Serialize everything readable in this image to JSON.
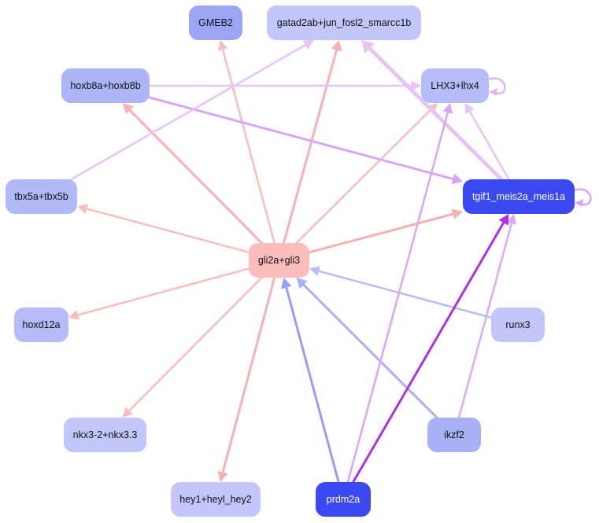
{
  "nodes": {
    "gmeb2": {
      "label": "GMEB2",
      "color": "#9ba5f5"
    },
    "gatad2ab": {
      "label": "gatad2ab+jun_fosl2_smarcc1b",
      "color": "#c2c6fa"
    },
    "hoxb8": {
      "label": "hoxb8a+hoxb8b",
      "color": "#adb5f6"
    },
    "lhx3": {
      "label": "LHX3+lhx4",
      "color": "#b6bcf8"
    },
    "tbx5": {
      "label": "tbx5a+tbx5b",
      "color": "#b2b9f7"
    },
    "tgif1": {
      "label": "tgif1_meis2a_meis1a",
      "color": "#3a49f2"
    },
    "gli2a": {
      "label": "gli2a+gli3",
      "color": "#fbbcbc"
    },
    "hoxd12a": {
      "label": "hoxd12a",
      "color": "#b6bcf8"
    },
    "runx3": {
      "label": "runx3",
      "color": "#c2c6fa"
    },
    "nkx3": {
      "label": "nkx3-2+nkx3.3",
      "color": "#c2c6fa"
    },
    "ikzf2": {
      "label": "ikzf2",
      "color": "#a8b0f6"
    },
    "hey1": {
      "label": "hey1+heyl_hey2",
      "color": "#c2c6fa"
    },
    "prdm2a": {
      "label": "prdm2a",
      "color": "#3a49f2"
    }
  },
  "edges": [
    {
      "from": "gli2a",
      "to": "gmeb2",
      "color": "#fbbcbc"
    },
    {
      "from": "gli2a",
      "to": "gatad2ab",
      "color": "#f9b0b0"
    },
    {
      "from": "gli2a",
      "to": "hoxb8",
      "color": "#f9b0b0"
    },
    {
      "from": "gli2a",
      "to": "lhx3",
      "color": "#fbbcbc"
    },
    {
      "from": "gli2a",
      "to": "tbx5",
      "color": "#fbbcbc"
    },
    {
      "from": "gli2a",
      "to": "tgif1",
      "color": "#f9b0b0"
    },
    {
      "from": "gli2a",
      "to": "hoxd12a",
      "color": "#fbbcbc"
    },
    {
      "from": "gli2a",
      "to": "nkx3",
      "color": "#fbbcbc"
    },
    {
      "from": "gli2a",
      "to": "hey1",
      "color": "#f9b0b0"
    },
    {
      "from": "hoxb8",
      "to": "lhx3",
      "color": "#e6c3f8"
    },
    {
      "from": "hoxb8",
      "to": "tgif1",
      "color": "#d9a6f4"
    },
    {
      "from": "tbx5",
      "to": "gatad2ab",
      "color": "#e6c3f8"
    },
    {
      "from": "tgif1",
      "to": "gatad2ab",
      "color": "#e6c3f8"
    },
    {
      "from": "tgif1",
      "to": "lhx3",
      "color": "#e6c3f8"
    },
    {
      "from": "runx3",
      "to": "gli2a",
      "color": "#b6bcf8"
    },
    {
      "from": "ikzf2",
      "to": "gli2a",
      "color": "#a8b0f6"
    },
    {
      "from": "ikzf2",
      "to": "tgif1",
      "color": "#dcaaf5"
    },
    {
      "from": "prdm2a",
      "to": "gli2a",
      "color": "#959ff4"
    },
    {
      "from": "prdm2a",
      "to": "tgif1",
      "color": "#b12ee8"
    },
    {
      "from": "prdm2a",
      "to": "lhx3",
      "color": "#d9a6f4"
    }
  ],
  "self_loops": [
    {
      "node": "lhx3",
      "color": "#e0b4f6"
    },
    {
      "node": "tgif1",
      "color": "#d9a6f4"
    }
  ]
}
